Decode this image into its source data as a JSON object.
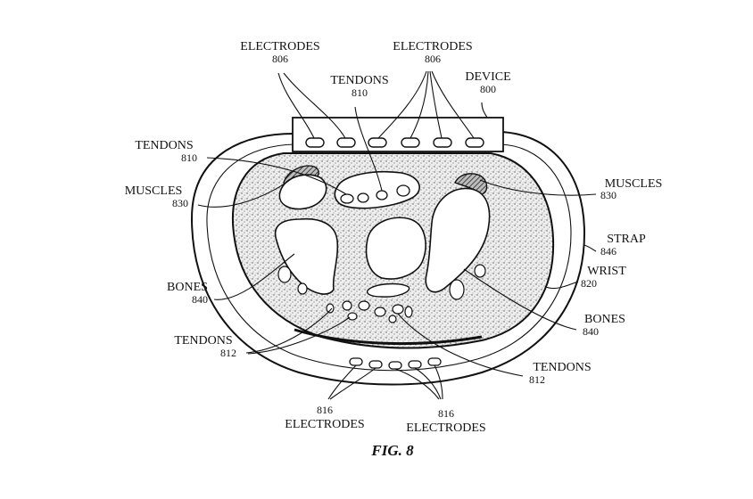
{
  "figure": {
    "caption": "FIG. 8",
    "labels": {
      "electrodes_806_left": {
        "name": "ELECTRODES",
        "num": "806"
      },
      "electrodes_806_right": {
        "name": "ELECTRODES",
        "num": "806"
      },
      "tendons_810_top": {
        "name": "TENDONS",
        "num": "810"
      },
      "device_800": {
        "name": "DEVICE",
        "num": "800"
      },
      "tendons_810_left": {
        "name": "TENDONS",
        "num": "810"
      },
      "muscles_830_left": {
        "name": "MUSCLES",
        "num": "830"
      },
      "muscles_830_right": {
        "name": "MUSCLES",
        "num": "830"
      },
      "strap_846": {
        "name": "STRAP",
        "num": "846"
      },
      "wrist_820": {
        "name": "WRIST",
        "num": "820"
      },
      "bones_840_left": {
        "name": "BONES",
        "num": "840"
      },
      "bones_840_right": {
        "name": "BONES",
        "num": "840"
      },
      "tendons_812_left": {
        "name": "TENDONS",
        "num": "812"
      },
      "tendons_812_right": {
        "name": "TENDONS",
        "num": "812"
      },
      "electrodes_816_left": {
        "name": "ELECTRODES",
        "num": "816"
      },
      "electrodes_816_right": {
        "name": "ELECTRODES",
        "num": "816"
      }
    }
  }
}
